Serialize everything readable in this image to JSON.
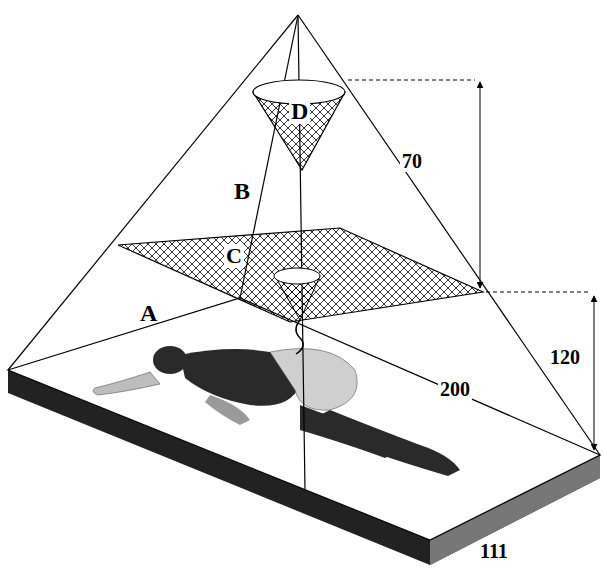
{
  "diagram": {
    "labels": [
      "D",
      "B",
      "70",
      "C",
      "A",
      "120",
      "200",
      "111"
    ]
  }
}
